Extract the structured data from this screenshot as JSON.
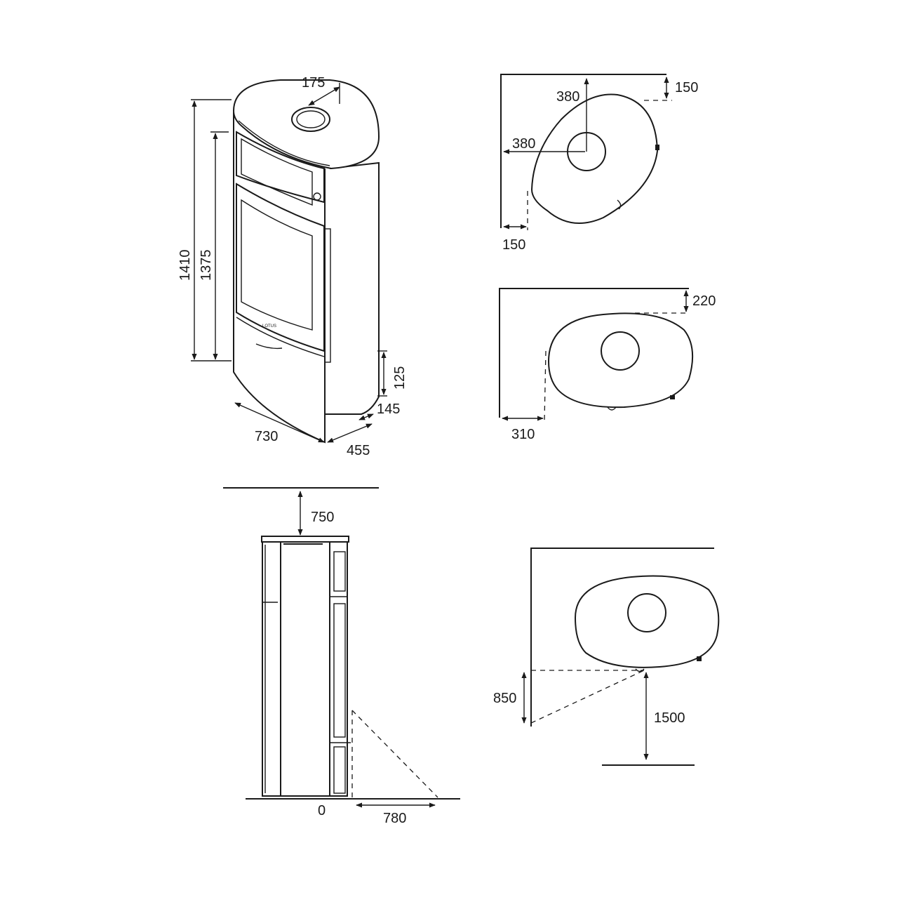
{
  "dimensions": {
    "front_view": {
      "flue_offset": "175",
      "total_height": "1410",
      "flue_height": "1375",
      "air_inlet_height": "125",
      "air_inlet_offset": "145",
      "width": "730",
      "depth": "455"
    },
    "corner_45": {
      "vertical_offset": "380",
      "horizontal_offset": "380",
      "back_clearance": "150",
      "side_clearance": "150"
    },
    "corner_90": {
      "back_clearance": "220",
      "side_clearance": "310"
    },
    "side_view": {
      "ceiling_clearance": "750",
      "front_origin": "0",
      "front_clearance": "780"
    },
    "front_clearance_plan": {
      "side_clearance": "850",
      "front_clearance": "1500"
    }
  },
  "colors": {
    "line": "#1a1a1a",
    "background": "#ffffff"
  }
}
